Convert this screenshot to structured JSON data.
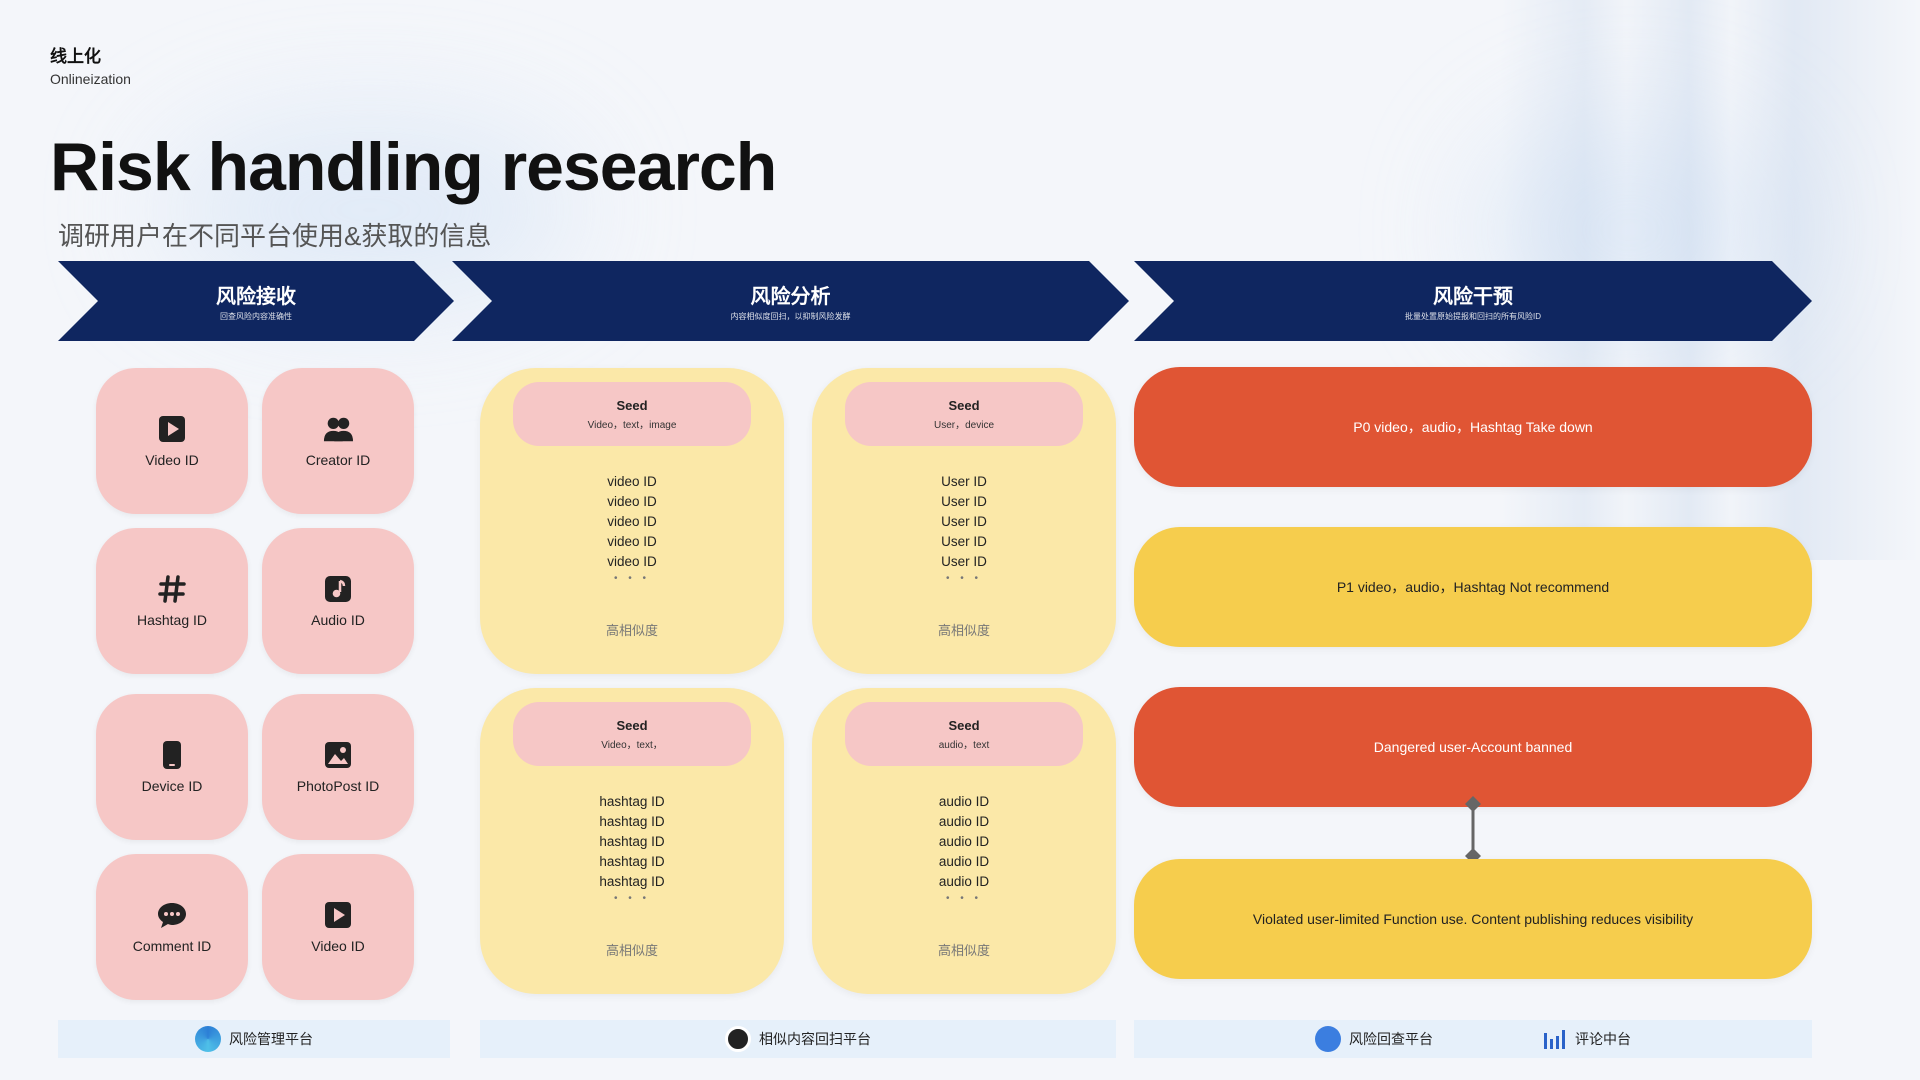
{
  "header": {
    "kicker_zh": "线上化",
    "kicker_en": "Onlineization",
    "title": "Risk handling research",
    "subtitle": "调研用户在不同平台使用&获取的信息"
  },
  "stages": [
    {
      "title": "风险接收",
      "sub": "回查风险内容准确性"
    },
    {
      "title": "风险分析",
      "sub": "内容相似度回扫，以抑制风险发酵"
    },
    {
      "title": "风险干预",
      "sub": "批量处置原始提报和回扫的所有风险ID"
    }
  ],
  "tiles": [
    {
      "label": "Video ID",
      "icon": "play-icon"
    },
    {
      "label": "Creator ID",
      "icon": "users-icon"
    },
    {
      "label": "Hashtag ID",
      "icon": "hashtag-icon"
    },
    {
      "label": "Audio ID",
      "icon": "music-note-icon"
    },
    {
      "label": "Device ID",
      "icon": "phone-icon"
    },
    {
      "label": "PhotoPost ID",
      "icon": "image-icon"
    },
    {
      "label": "Comment ID",
      "icon": "chat-bubble-icon"
    },
    {
      "label": "Video ID",
      "icon": "play-icon"
    }
  ],
  "cards": [
    {
      "seed": "Seed",
      "seed_sub": "Video，text，image",
      "ids": [
        "video ID",
        "video ID",
        "video ID",
        "video ID",
        "video ID"
      ],
      "dots": "• • •",
      "sim": "高相似度"
    },
    {
      "seed": "Seed",
      "seed_sub": "User，device",
      "ids": [
        "User ID",
        "User ID",
        "User ID",
        "User ID",
        "User ID"
      ],
      "dots": "• • •",
      "sim": "高相似度"
    },
    {
      "seed": "Seed",
      "seed_sub": "Video，text，",
      "ids": [
        "hashtag ID",
        "hashtag ID",
        "hashtag ID",
        "hashtag ID",
        "hashtag ID"
      ],
      "dots": "• • •",
      "sim": "高相似度"
    },
    {
      "seed": "Seed",
      "seed_sub": "audio，text",
      "ids": [
        "audio ID",
        "audio ID",
        "audio ID",
        "audio ID",
        "audio ID"
      ],
      "dots": "• • •",
      "sim": "高相似度"
    }
  ],
  "actions": [
    {
      "text": "P0 video，audio，Hashtag Take down",
      "color": "#e05534"
    },
    {
      "text": "P1 video，audio，Hashtag Not recommend",
      "color": "#f6cd4d"
    },
    {
      "text": "Dangered user-Account banned",
      "color": "#e05534"
    },
    {
      "text": "Violated user-limited Function use. Content publishing reduces visibility",
      "color": "#f6cd4d"
    }
  ],
  "footer": {
    "platform1": "风险管理平台",
    "platform2": "相似内容回扫平台",
    "platform3": "风险回查平台",
    "platform4": "评论中台"
  },
  "colors": {
    "navy": "#0f2660",
    "pink": "#f6c7c6",
    "yellow_card": "#fbe8a8",
    "red": "#e05534",
    "yellow": "#f6cd4d",
    "footer_bg": "#e6f0fa"
  }
}
